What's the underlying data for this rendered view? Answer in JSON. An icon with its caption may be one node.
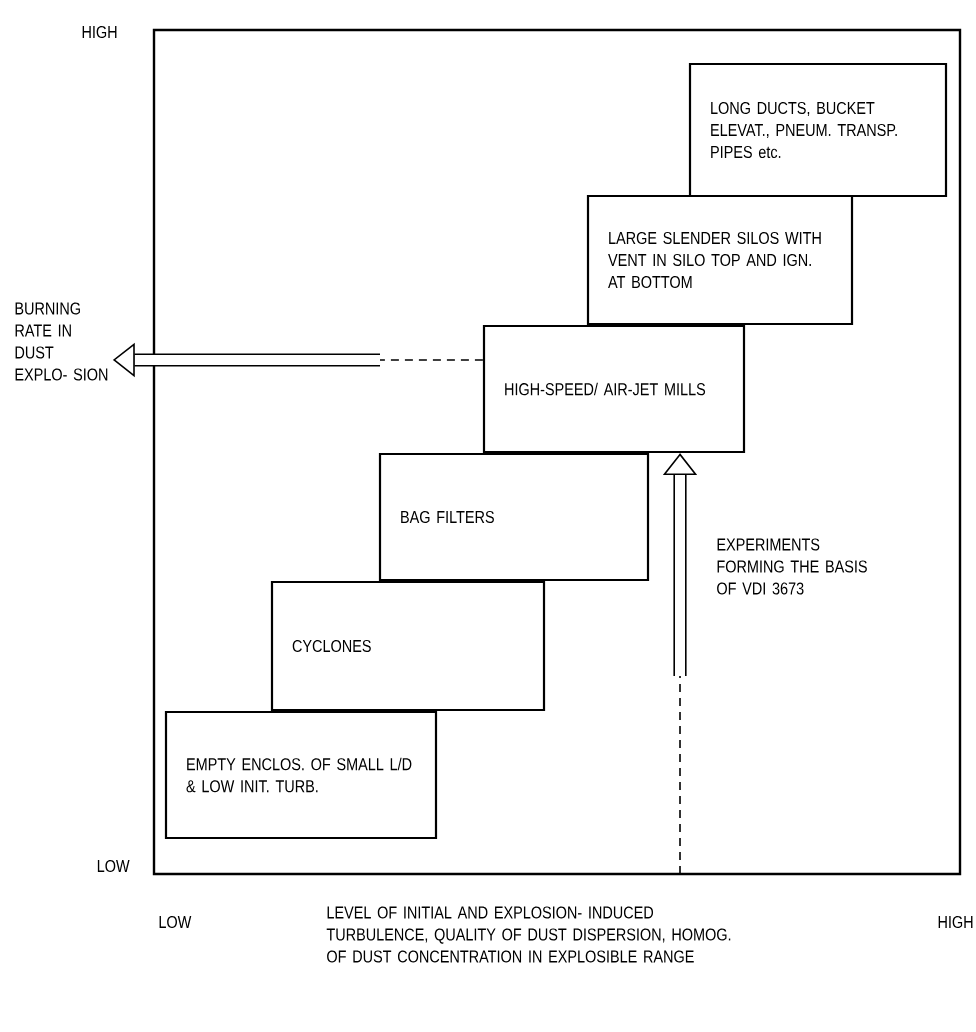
{
  "diagram": {
    "nodes": [
      {
        "text": [
          "LONG DUCTS, BUCKET ELEVAT., PNEUM. TRANSP. PIPES etc."
        ]
      },
      {
        "text": [
          "LARGE SLENDER SILOS WITH VENT IN SILO TOP AND IGN. AT BOTTOM"
        ]
      },
      {
        "text": [
          "HIGH-SPEED/ AIR-JET MILLS"
        ]
      },
      {
        "text": [
          "BAG FILTERS"
        ]
      },
      {
        "text": [
          "CYCLONES"
        ]
      },
      {
        "text": [
          "EMPTY ENCLOS. OF SMALL L/D & LOW INIT. TURB."
        ]
      },
      {
        "text": [
          "BURNING RATE IN DUST EXPLO- SION"
        ]
      }
    ],
    "edges": [
      {
        "from": 2,
        "to": 6,
        "arrow": "to"
      },
      {
        "from": null,
        "to": 2,
        "arrow": "to"
      }
    ],
    "labels": [
      "HIGH",
      "EXPERIMENTS FORMING THE BASIS OF VDI 3673",
      "LOW",
      "LOW",
      "LEVEL OF INITIAL AND EXPLOSION- INDUCED TURBULENCE, QUALITY OF DUST DISPERSION, HOMOG. OF DUST CONCENTRATION IN EXPLOSIBLE RANGE",
      "HIGH"
    ]
  }
}
